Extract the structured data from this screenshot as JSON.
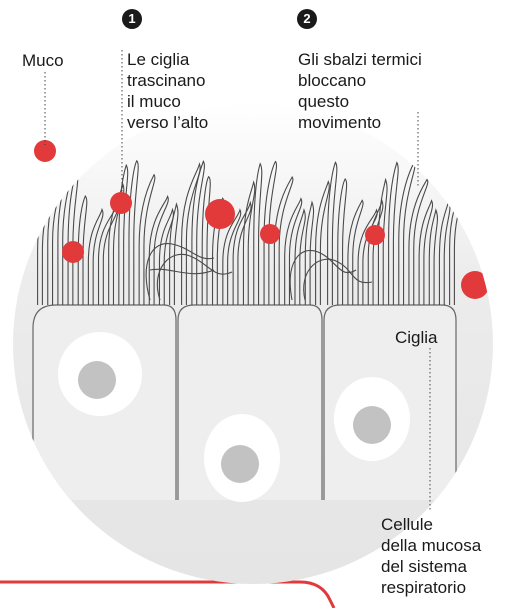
{
  "labels": {
    "muco": "Muco",
    "step1_number": "1",
    "step1_text": [
      "Le ciglia",
      "trascinano",
      "il muco",
      "verso l’alto"
    ],
    "step2_number": "2",
    "step2_text": [
      "Gli sbalzi termici",
      "bloccano",
      "questo",
      "movimento"
    ],
    "ciglia": "Ciglia",
    "cellule_text": [
      "Cellule",
      "della mucosa",
      "del sistema",
      "respiratorio"
    ]
  },
  "colors": {
    "mucus": "#e23a3a",
    "cell_fill": "#ececec",
    "background_gray": "#e6e6e6",
    "nucleus": "#c2c2c2",
    "outline": "#555555",
    "text": "#1a1a1a",
    "red_frame": "#e23a3a"
  }
}
